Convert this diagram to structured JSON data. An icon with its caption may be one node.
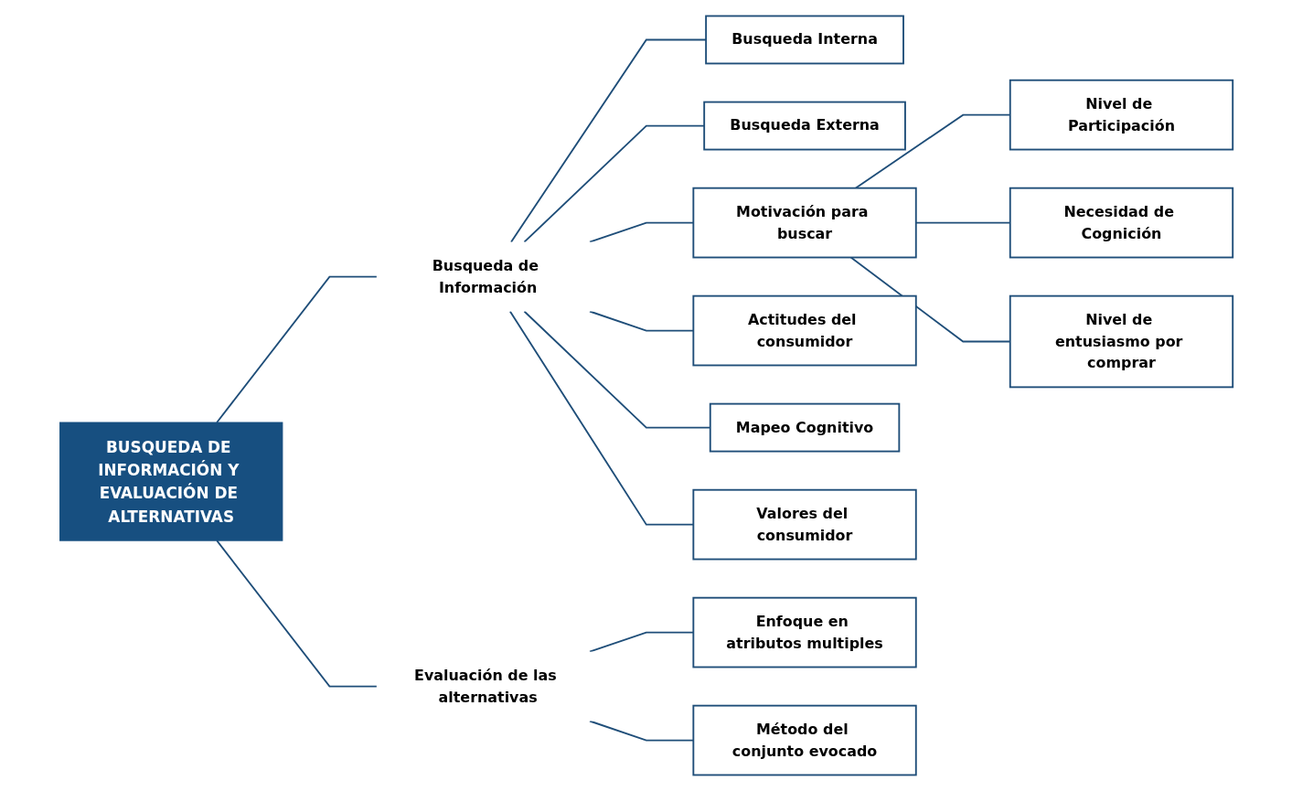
{
  "diagram": {
    "nodes": [
      {
        "text": [
          "BUSQUEDA DE INFORMACIÓN Y EVALUACIÓN DE ALTERNATIVAS"
        ]
      },
      {
        "text": [
          "Busqueda de Información"
        ]
      },
      {
        "text": [
          "Evaluación de las alternativas"
        ]
      },
      {
        "text": [
          "Busqueda Interna"
        ]
      },
      {
        "text": [
          "Busqueda Externa"
        ]
      },
      {
        "text": [
          "Motivación para buscar"
        ]
      },
      {
        "text": [
          "Actitudes del consumidor"
        ]
      },
      {
        "text": [
          "Mapeo Cognitivo"
        ]
      },
      {
        "text": [
          "Valores del consumidor"
        ]
      },
      {
        "text": [
          "Nivel de Participación"
        ]
      },
      {
        "text": [
          "Necesidad de Cognición"
        ]
      },
      {
        "text": [
          "Nivel de entusiasmo por comprar"
        ]
      },
      {
        "text": [
          "Enfoque en atributos multiples"
        ]
      },
      {
        "text": [
          "Método del conjunto evocado"
        ]
      }
    ],
    "edges": [
      {
        "from": 0,
        "to": 1,
        "arrow": "none"
      },
      {
        "from": 0,
        "to": 2,
        "arrow": "none"
      },
      {
        "from": 1,
        "to": 3,
        "arrow": "none"
      },
      {
        "from": 1,
        "to": 4,
        "arrow": "none"
      },
      {
        "from": 1,
        "to": 5,
        "arrow": "none"
      },
      {
        "from": 1,
        "to": 6,
        "arrow": "none"
      },
      {
        "from": 1,
        "to": 7,
        "arrow": "none"
      },
      {
        "from": 1,
        "to": 8,
        "arrow": "none"
      },
      {
        "from": 5,
        "to": 9,
        "arrow": "none"
      },
      {
        "from": 5,
        "to": 10,
        "arrow": "none"
      },
      {
        "from": 5,
        "to": 11,
        "arrow": "none"
      },
      {
        "from": 2,
        "to": 12,
        "arrow": "none"
      },
      {
        "from": 2,
        "to": 13,
        "arrow": "none"
      }
    ]
  }
}
